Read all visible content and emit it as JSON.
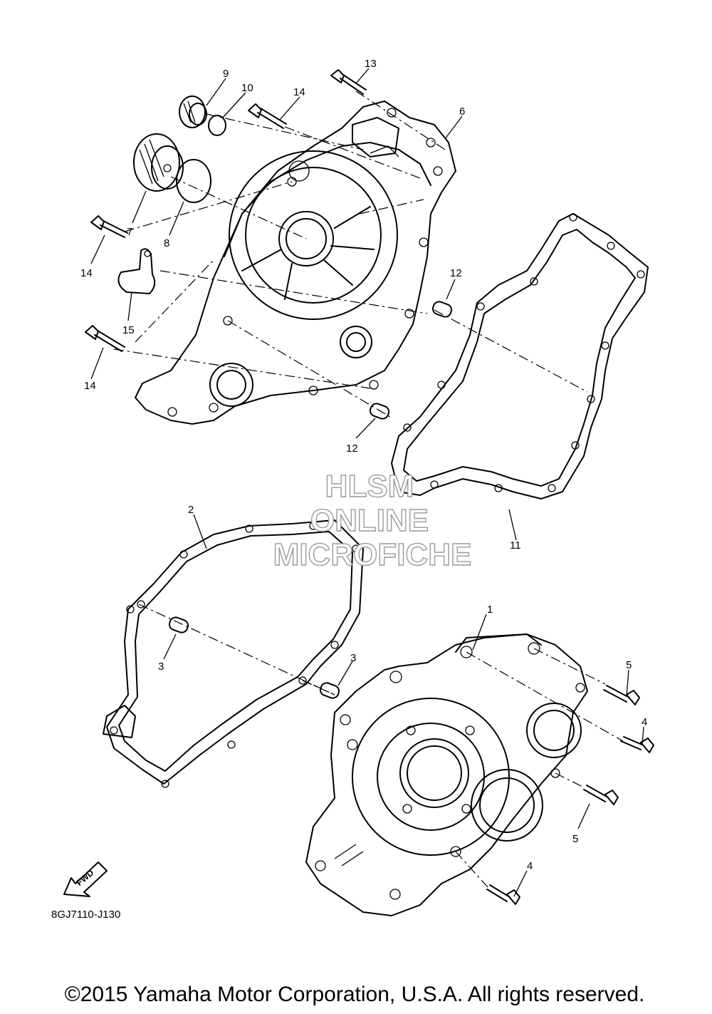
{
  "diagram": {
    "callouts": [
      {
        "id": "c9",
        "text": "9"
      },
      {
        "id": "c10",
        "text": "10"
      },
      {
        "id": "c14a",
        "text": "14"
      },
      {
        "id": "c13",
        "text": "13"
      },
      {
        "id": "c6",
        "text": "6"
      },
      {
        "id": "c7",
        "text": "7"
      },
      {
        "id": "c8",
        "text": "8"
      },
      {
        "id": "c14b",
        "text": "14"
      },
      {
        "id": "c15",
        "text": "15"
      },
      {
        "id": "c14c",
        "text": "14"
      },
      {
        "id": "c12a",
        "text": "12"
      },
      {
        "id": "c12b",
        "text": "12"
      },
      {
        "id": "c11",
        "text": "11"
      },
      {
        "id": "c2",
        "text": "2"
      },
      {
        "id": "c1",
        "text": "1"
      },
      {
        "id": "c3a",
        "text": "3"
      },
      {
        "id": "c3b",
        "text": "3"
      },
      {
        "id": "c5a",
        "text": "5"
      },
      {
        "id": "c4a",
        "text": "4"
      },
      {
        "id": "c5b",
        "text": "5"
      },
      {
        "id": "c4b",
        "text": "4"
      }
    ],
    "watermark": [
      "HLSM",
      "ONLINE",
      "MICROFICHE"
    ],
    "fwd_label": "FWD",
    "diagram_code": "8GJ7110-J130",
    "copyright": "©2015 Yamaha Motor Corporation, U.S.A. All rights reserved."
  }
}
